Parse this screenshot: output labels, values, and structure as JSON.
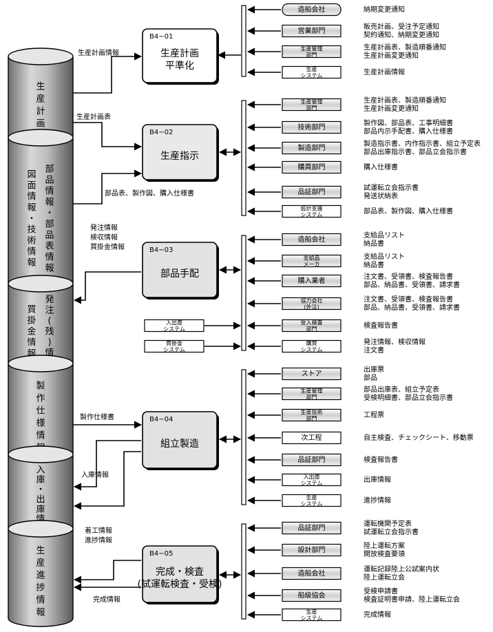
{
  "databases": [
    {
      "id": "db1",
      "lines": [
        "生",
        "産",
        "計",
        "画"
      ]
    },
    {
      "id": "db2",
      "lines": [
        "部品情報・部品表情報",
        "図面情報・技術情報"
      ]
    },
    {
      "id": "db3",
      "lines": [
        "発注(残)情報",
        "買掛金情報"
      ]
    },
    {
      "id": "db4",
      "lines": [
        "製",
        "作",
        "仕",
        "様",
        "情",
        "報"
      ]
    },
    {
      "id": "db5",
      "lines": [
        "入",
        "庫",
        "・",
        "出",
        "庫",
        "情",
        "報"
      ]
    },
    {
      "id": "db6",
      "lines": [
        "生",
        "産",
        "進",
        "捗",
        "情",
        "報"
      ]
    }
  ],
  "processes": [
    {
      "code": "B4−01",
      "title": [
        "生産計画",
        "平準化"
      ]
    },
    {
      "code": "B4−02",
      "title": [
        "生産指示"
      ]
    },
    {
      "code": "B4−03",
      "title": [
        "部品手配"
      ]
    },
    {
      "code": "B4−04",
      "title": [
        "組立製造"
      ]
    },
    {
      "code": "B4−05",
      "title": [
        "完成・検査",
        "(試運転検査・受検)"
      ]
    }
  ],
  "flow_labels": {
    "plan_info": "生産計画情報",
    "plan_table": "生産計画表",
    "parts_docs": "部品表、製作図、購入仕様書",
    "order_info": [
      "発注情報",
      "検収情報",
      "買掛金情報"
    ],
    "spec_table": "製作仕様書",
    "stock_in": "入庫情報",
    "progress": [
      "着工情報",
      "進捗情報"
    ],
    "completion": "完成情報"
  },
  "groups": [
    {
      "items": [
        {
          "party": [
            "造船会社"
          ],
          "info": [
            "納期変更通知"
          ]
        },
        {
          "party": [
            "営業部門"
          ],
          "info": [
            "販売計画、受注予定通知",
            "契約通知、納期変更通知"
          ]
        },
        {
          "party": [
            "生産管理",
            "部門"
          ],
          "info": [
            "生産計画表、製造順番通知",
            "生産計画変更通知"
          ]
        },
        {
          "party": [
            "生産",
            "システム"
          ],
          "info": [
            "生産計画情報"
          ]
        }
      ]
    },
    {
      "items": [
        {
          "party": [
            "生産管理",
            "部門"
          ],
          "info": [
            "生産計画表、製造順番通知",
            "生産計画変更通知"
          ]
        },
        {
          "party": [
            "技術部門"
          ],
          "info": [
            "製作図、部品表、工事明細書",
            "部品内示手配書、購入仕様書"
          ]
        },
        {
          "party": [
            "製造部門"
          ],
          "info": [
            "製造指示書、内作指示書、組立予定表",
            "部品出庫指示書、部品立会指示書"
          ]
        },
        {
          "party": [
            "購買部門"
          ],
          "info": [
            "購入仕様書"
          ]
        },
        {
          "party": [
            "品証部門"
          ],
          "info": [
            "試運転立会指示書",
            "発送状納表"
          ]
        },
        {
          "party": [
            "設計支援",
            "システム"
          ],
          "info": [
            "部品表、製作図、購入仕様書"
          ]
        }
      ]
    },
    {
      "items": [
        {
          "party": [
            "造船会社"
          ],
          "info": [
            "支給品リスト",
            "納品書"
          ]
        },
        {
          "party": [
            "支給品",
            "メーカ"
          ],
          "info": [
            "支給品リスト",
            "納品書"
          ]
        },
        {
          "party": [
            "購入業者"
          ],
          "info": [
            "注文書、受領書、検査報告書",
            "部品、納品書、受領書、請求書"
          ]
        },
        {
          "party": [
            "協力会社",
            "(外注)"
          ],
          "info": [
            "注文書、受領書、検査報告書",
            "部品、納品書、受領書、請求書"
          ]
        },
        {
          "party": [
            "受入検査",
            "部門"
          ],
          "info": [
            "検査報告書"
          ]
        },
        {
          "party": [
            "購買",
            "システム"
          ],
          "info": [
            "発注情報、検収情報",
            "注文書"
          ]
        }
      ],
      "systems": [
        {
          "label": [
            "入出庫",
            "システム"
          ]
        },
        {
          "label": [
            "買掛金",
            "システム"
          ]
        }
      ]
    },
    {
      "items": [
        {
          "party": [
            "ストア"
          ],
          "info": [
            "出庫票",
            "部品"
          ]
        },
        {
          "party": [
            "生産管理",
            "部門"
          ],
          "info": [
            "部品出庫表、組立予定表",
            "受検明細書、部品立会指示書"
          ]
        },
        {
          "party": [
            "生産技術",
            "部門"
          ],
          "info": [
            "工程票"
          ]
        },
        {
          "party": [
            "次工程"
          ],
          "info": [
            "自主検査、チェックシート、移動票"
          ]
        },
        {
          "party": [
            "品証部門"
          ],
          "info": [
            "検査報告書"
          ]
        },
        {
          "party": [
            "入出庫",
            "システム"
          ],
          "info": [
            "出庫情報"
          ]
        },
        {
          "party": [
            "生産",
            "システム"
          ],
          "info": [
            "進捗情報"
          ]
        }
      ]
    },
    {
      "items": [
        {
          "party": [
            "品証部門"
          ],
          "info": [
            "運転機関予定表",
            "試運転立会指示書"
          ]
        },
        {
          "party": [
            "設計部門"
          ],
          "info": [
            "陸上運転方案",
            "開放検査要領"
          ]
        },
        {
          "party": [
            "造船会社"
          ],
          "info": [
            "運転記録陸上公試案内状",
            "陸上運転立会"
          ]
        },
        {
          "party": [
            "船級協会"
          ],
          "info": [
            "受検申請書",
            "検査証明書申請、陸上運転立会"
          ]
        },
        {
          "party": [
            "生産",
            "システム"
          ],
          "info": [
            "完成情報"
          ]
        }
      ]
    }
  ]
}
